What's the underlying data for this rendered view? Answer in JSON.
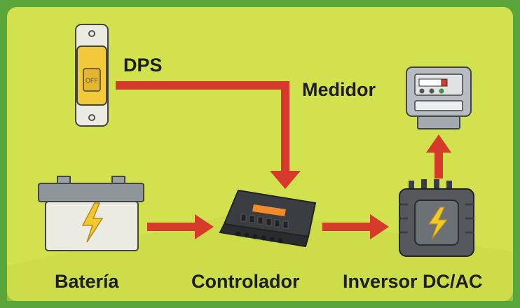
{
  "labels": {
    "dps": "DPS",
    "medidor": "Medidor",
    "bateria": "Batería",
    "controlador": "Controlador",
    "inversor": "Inversor DC/AC"
  },
  "breaker_text": "OFF",
  "icons": [
    "breaker-switch-icon",
    "battery-icon",
    "charge-controller-icon",
    "inverter-icon",
    "electric-meter-icon",
    "lightning-bolt-icon"
  ],
  "colors": {
    "panel": "#d2e24e",
    "border_green": "#5aa63a",
    "arrow_red": "#d63a2a",
    "bolt_yellow": "#f2c92a",
    "controller_dark": "#3a3d42",
    "controller_orange": "#f08a2a"
  }
}
